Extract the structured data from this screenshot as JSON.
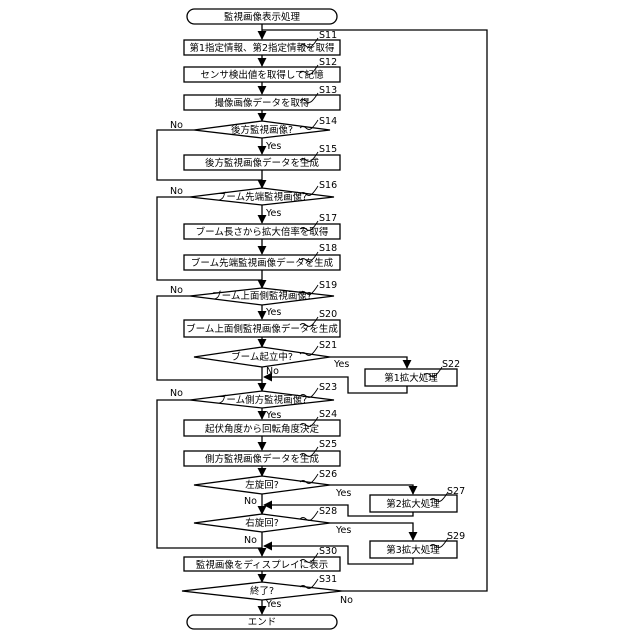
{
  "flowchart": {
    "start": "監視画像表示処理",
    "end": "エンド",
    "yes": "Yes",
    "no": "No",
    "steps": [
      {
        "id": "S11",
        "text": "第1指定情報、第2指定情報を取得"
      },
      {
        "id": "S12",
        "text": "センサ検出値を取得して記憶"
      },
      {
        "id": "S13",
        "text": "撮像画像データを取得"
      },
      {
        "id": "S14",
        "text": "後方監視画像?"
      },
      {
        "id": "S15",
        "text": "後方監視画像データを生成"
      },
      {
        "id": "S16",
        "text": "ブーム先端監視画像?"
      },
      {
        "id": "S17",
        "text": "ブーム長さから拡大倍率を取得"
      },
      {
        "id": "S18",
        "text": "ブーム先端監視画像データを生成"
      },
      {
        "id": "S19",
        "text": "ブーム上面側監視画像?"
      },
      {
        "id": "S20",
        "text": "ブーム上面側監視画像データを生成"
      },
      {
        "id": "S21",
        "text": "ブーム起立中?"
      },
      {
        "id": "S22",
        "text": "第1拡大処理"
      },
      {
        "id": "S23",
        "text": "ブーム側方監視画像?"
      },
      {
        "id": "S24",
        "text": "起伏角度から回転角度決定"
      },
      {
        "id": "S25",
        "text": "側方監視画像データを生成"
      },
      {
        "id": "S26",
        "text": "左旋回?"
      },
      {
        "id": "S27",
        "text": "第2拡大処理"
      },
      {
        "id": "S28",
        "text": "右旋回?"
      },
      {
        "id": "S29",
        "text": "第3拡大処理"
      },
      {
        "id": "S30",
        "text": "監視画像をディスプレイに表示"
      },
      {
        "id": "S31",
        "text": "終了?"
      }
    ]
  }
}
